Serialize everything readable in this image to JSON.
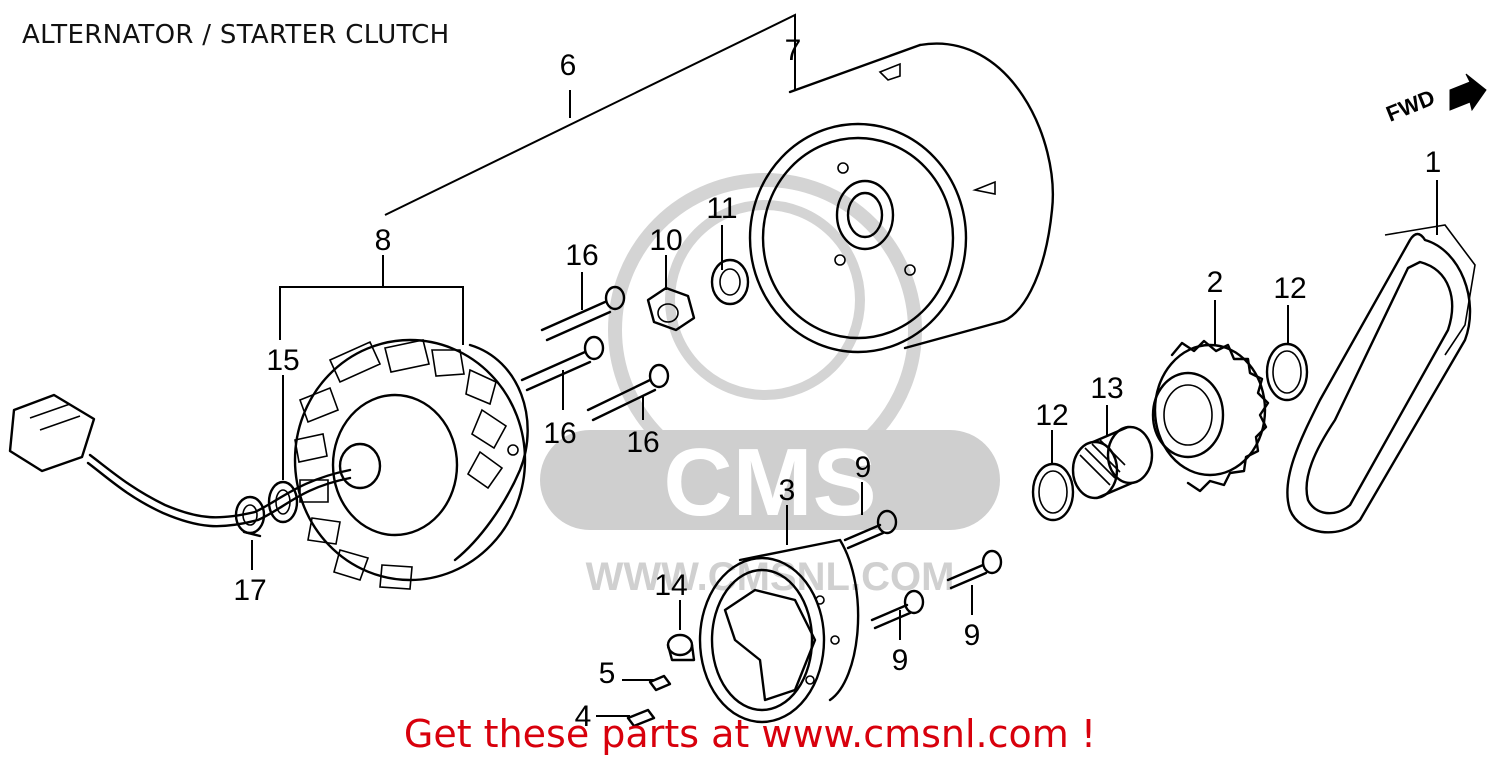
{
  "title": "ALTERNATOR / STARTER CLUTCH",
  "direction_label": "FWD",
  "watermark": "CMS",
  "watermark_url": "WWW.CMSNL.COM",
  "promo": "Get these parts at www.cmsnl.com !",
  "colors": {
    "promo": "#d8000c",
    "watermark": "#cfcfcf",
    "ink": "#000000"
  },
  "callouts": {
    "c1": "1",
    "c2": "2",
    "c3": "3",
    "c4": "4",
    "c5": "5",
    "c6": "6",
    "c7": "7",
    "c8": "8",
    "c9a": "9",
    "c9b": "9",
    "c9c": "9",
    "c10": "10",
    "c11": "11",
    "c12a": "12",
    "c12b": "12",
    "c13": "13",
    "c14": "14",
    "c15": "15",
    "c16a": "16",
    "c16b": "16",
    "c16c": "16",
    "c17": "17"
  }
}
